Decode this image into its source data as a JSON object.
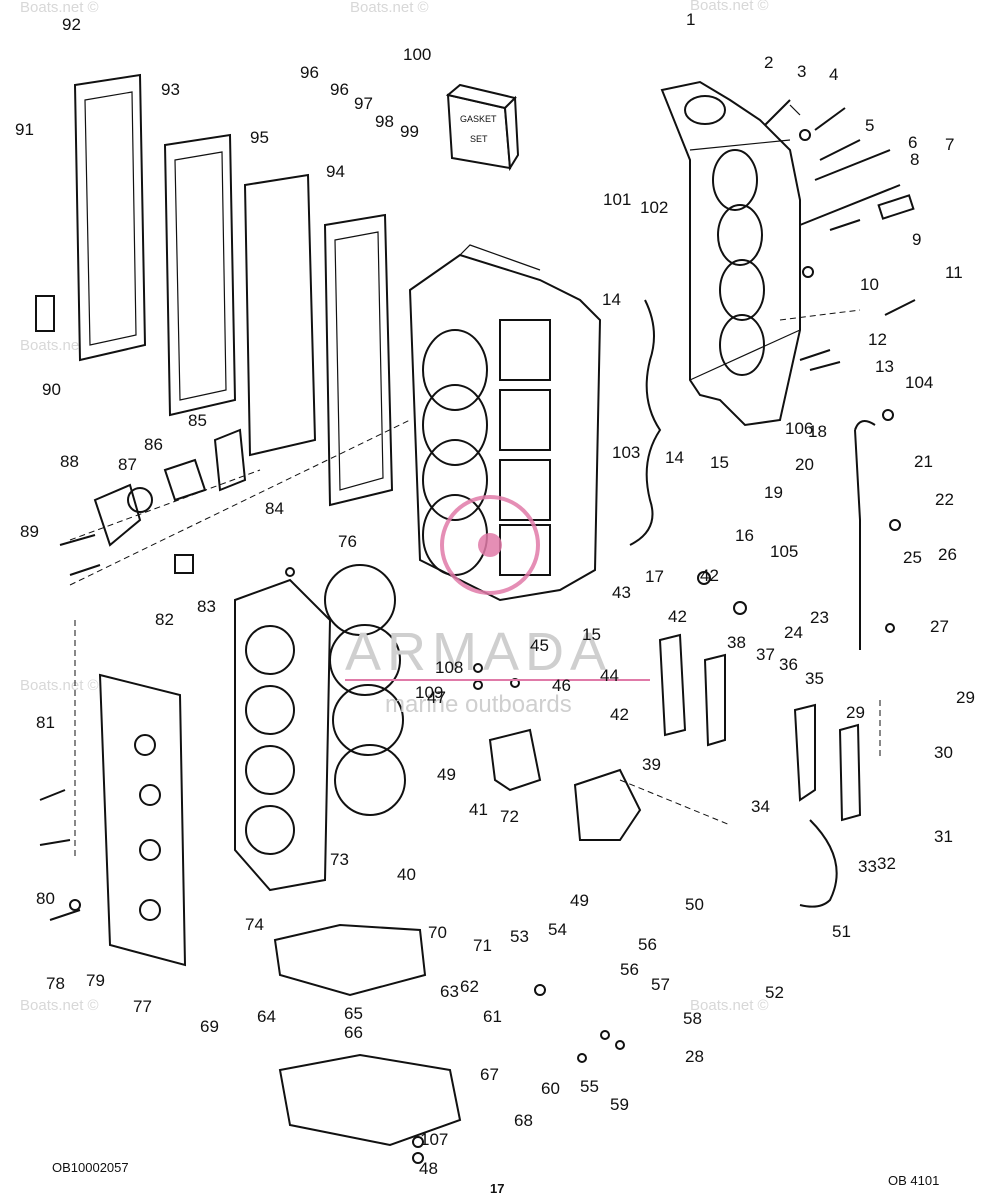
{
  "diagram": {
    "callouts": [
      "1",
      "2",
      "3",
      "4",
      "5",
      "6",
      "7",
      "8",
      "9",
      "10",
      "11",
      "12",
      "13",
      "14",
      "14",
      "15",
      "15",
      "16",
      "17",
      "18",
      "19",
      "20",
      "21",
      "22",
      "23",
      "24",
      "25",
      "26",
      "27",
      "28",
      "29",
      "29",
      "30",
      "31",
      "32",
      "33",
      "34",
      "35",
      "36",
      "37",
      "38",
      "39",
      "40",
      "41",
      "42",
      "42",
      "42",
      "43",
      "44",
      "45",
      "46",
      "47",
      "48",
      "49",
      "49",
      "50",
      "51",
      "52",
      "53",
      "54",
      "55",
      "56",
      "56",
      "57",
      "58",
      "59",
      "60",
      "61",
      "62",
      "63",
      "64",
      "65",
      "66",
      "67",
      "68",
      "69",
      "70",
      "71",
      "72",
      "73",
      "74",
      "76",
      "77",
      "78",
      "79",
      "80",
      "81",
      "82",
      "83",
      "84",
      "85",
      "86",
      "87",
      "88",
      "89",
      "90",
      "91",
      "92",
      "93",
      "94",
      "95",
      "96",
      "96",
      "97",
      "98",
      "99",
      "100",
      "101",
      "102",
      "103",
      "104",
      "105",
      "106",
      "107",
      "108",
      "109",
      "4",
      "4",
      "4"
    ],
    "gasket_box_text": [
      "GASKET",
      "SET"
    ],
    "watermark": "Boats.net ©",
    "logo_text": "ARMADA",
    "logo_subtext": "marine outboards",
    "doc_code_left": "OB10002057",
    "doc_code_right": "OB 4101",
    "page_number": "17",
    "logo_color": "#e07aa8"
  }
}
